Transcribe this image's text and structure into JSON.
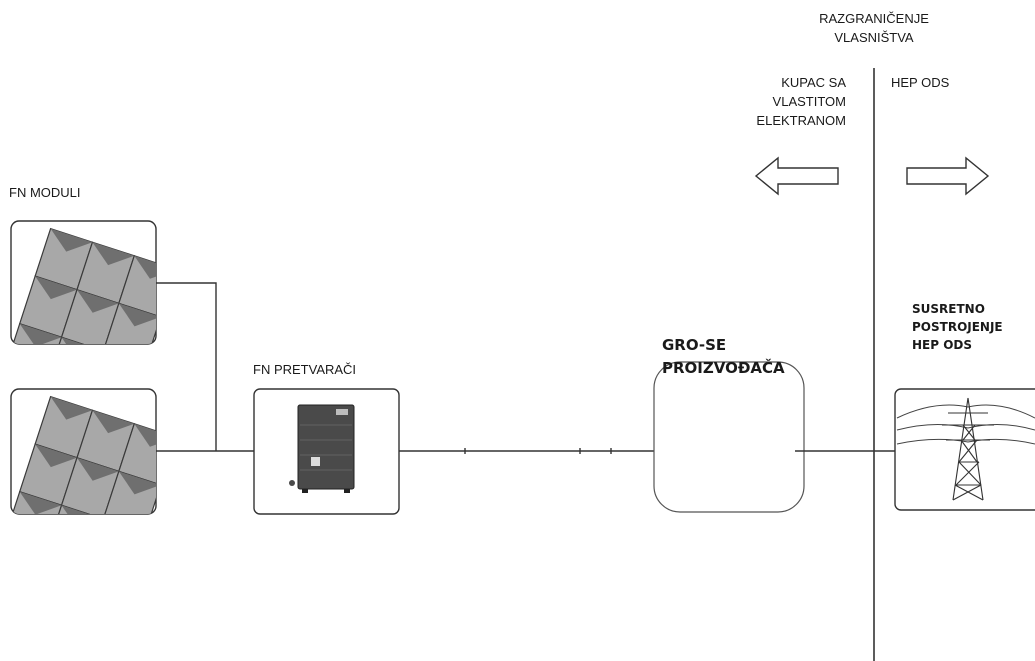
{
  "labels": {
    "boundary": [
      "RAZGRANIČENJE",
      "VLASNIŠTVA"
    ],
    "customer_side": [
      "KUPAC SA",
      "VLASTITOM",
      "ELEKTRANOM"
    ],
    "operator_side": "HEP ODS",
    "pv_modules": "FN MODULI",
    "inverters": "FN PRETVARAČI",
    "main_switchboard": [
      "GRO-SE",
      "PROIZVOĐAČA"
    ],
    "grid_facility": [
      "SUSRETNO",
      "POSTROJENJE",
      "HEP ODS"
    ]
  },
  "colors": {
    "line": "#333333",
    "panel_fill": "#a8a8a8",
    "panel_dark": "#6f6f6f",
    "inverter_body": "#4a4a4a",
    "box_border": "#555555"
  },
  "icons": {
    "arrow_left": "left-arrow-icon",
    "arrow_right": "right-arrow-icon",
    "pv_panel": "solar-panel-icon",
    "inverter": "inverter-icon",
    "pylon": "transmission-tower-icon"
  }
}
